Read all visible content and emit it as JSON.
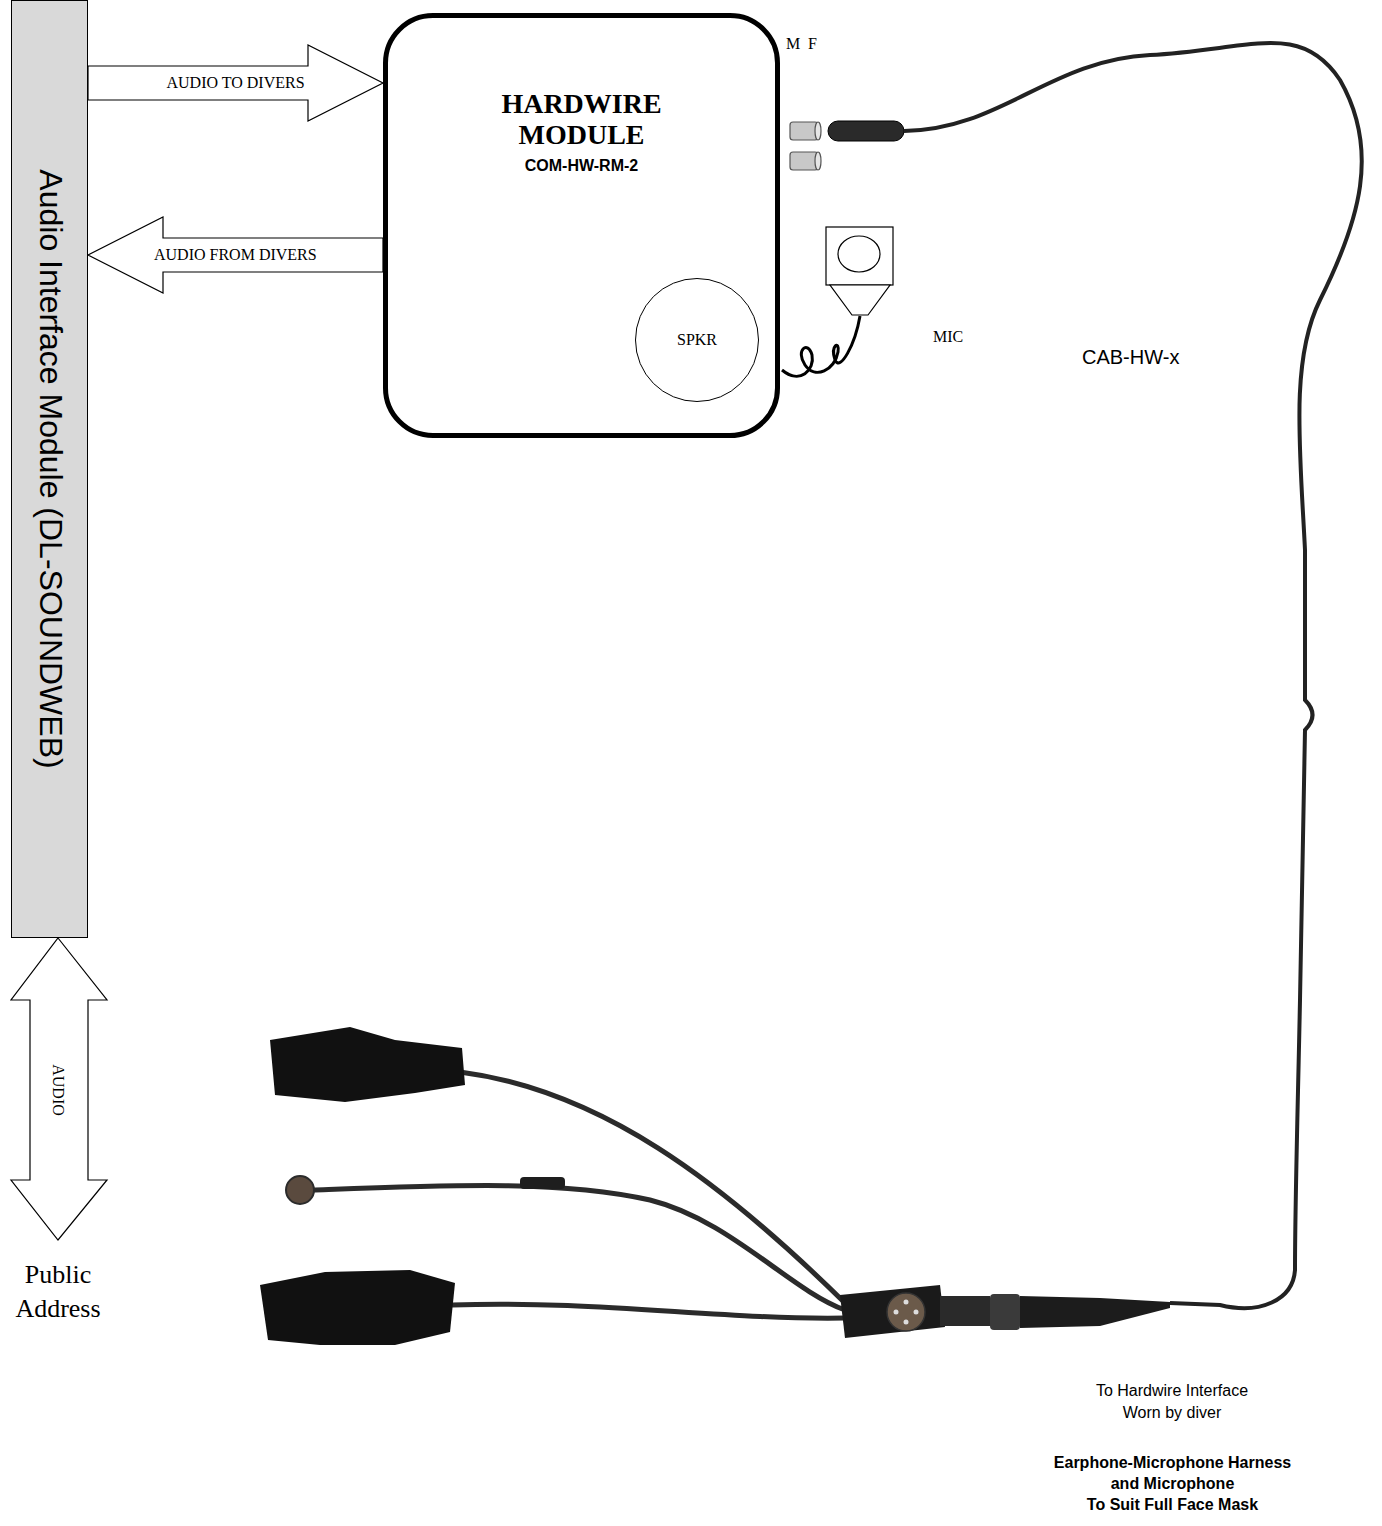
{
  "diagram": {
    "nodes": [
      {
        "text": [
          "Audio Interface Module (DL-SOUNDWEB)"
        ]
      },
      {
        "text": [
          "HARDWIRE MODULE",
          "COM-HW-RM-2"
        ]
      },
      {
        "text": [
          "SPKR"
        ],
        "in": 1
      }
    ],
    "edges": [
      {
        "from": 0,
        "to": 1,
        "label": "AUDIO TO DIVERS",
        "arrow": "to"
      },
      {
        "from": 1,
        "to": 0,
        "label": "AUDIO FROM DIVERS",
        "arrow": "to"
      }
    ],
    "labels": [
      "M",
      "F",
      "MIC",
      "CAB-HW-x",
      "AUDIO",
      "Public Address",
      "To Hardwire Interface Worn by diver",
      "Earphone-Microphone Harness and Microphone",
      "To Suit Full Face Mask"
    ]
  }
}
